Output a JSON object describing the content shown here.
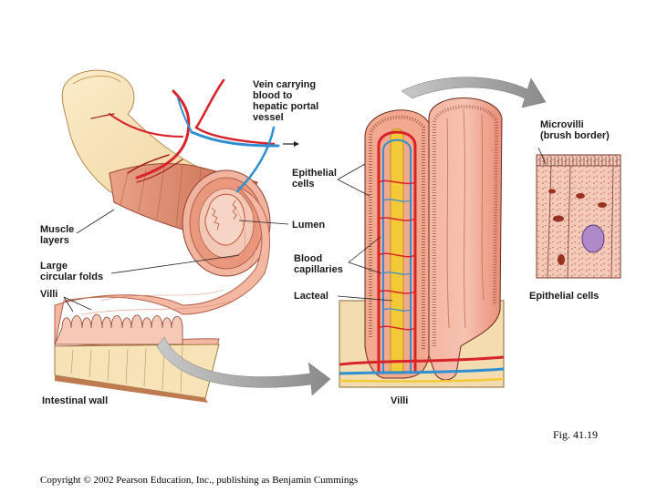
{
  "labels": {
    "vein": [
      "Vein carrying",
      "blood to",
      "hepatic portal",
      "vessel"
    ],
    "microvilli": [
      "Microvilli",
      "(brush border)"
    ],
    "epithelial_cells_villus": [
      "Epithelial",
      "cells"
    ],
    "lumen": "Lumen",
    "muscle_layers": [
      "Muscle",
      "layers"
    ],
    "large_folds": [
      "Large",
      "circular folds"
    ],
    "villi_small": "Villi",
    "blood_capillaries": [
      "Blood",
      "capillaries"
    ],
    "lacteal": "Lacteal",
    "intestinal_wall": "Intestinal wall",
    "villi_bottom": "Villi",
    "epithelial_cells_inset": "Epithelial cells"
  },
  "caption": "Fig. 41.19",
  "copyright": "Copyright © 2002 Pearson Education, Inc., publishing as Benjamin Cummings",
  "colors": {
    "tissue_pink": "#f2a08a",
    "muscle": "#d97f63",
    "cream": "#f6dfb4",
    "vein_blue": "#2f8fd0",
    "artery_red": "#d8232a",
    "lacteal_yellow": "#f3c93a",
    "arrow_gray": "#9a9a9a"
  }
}
